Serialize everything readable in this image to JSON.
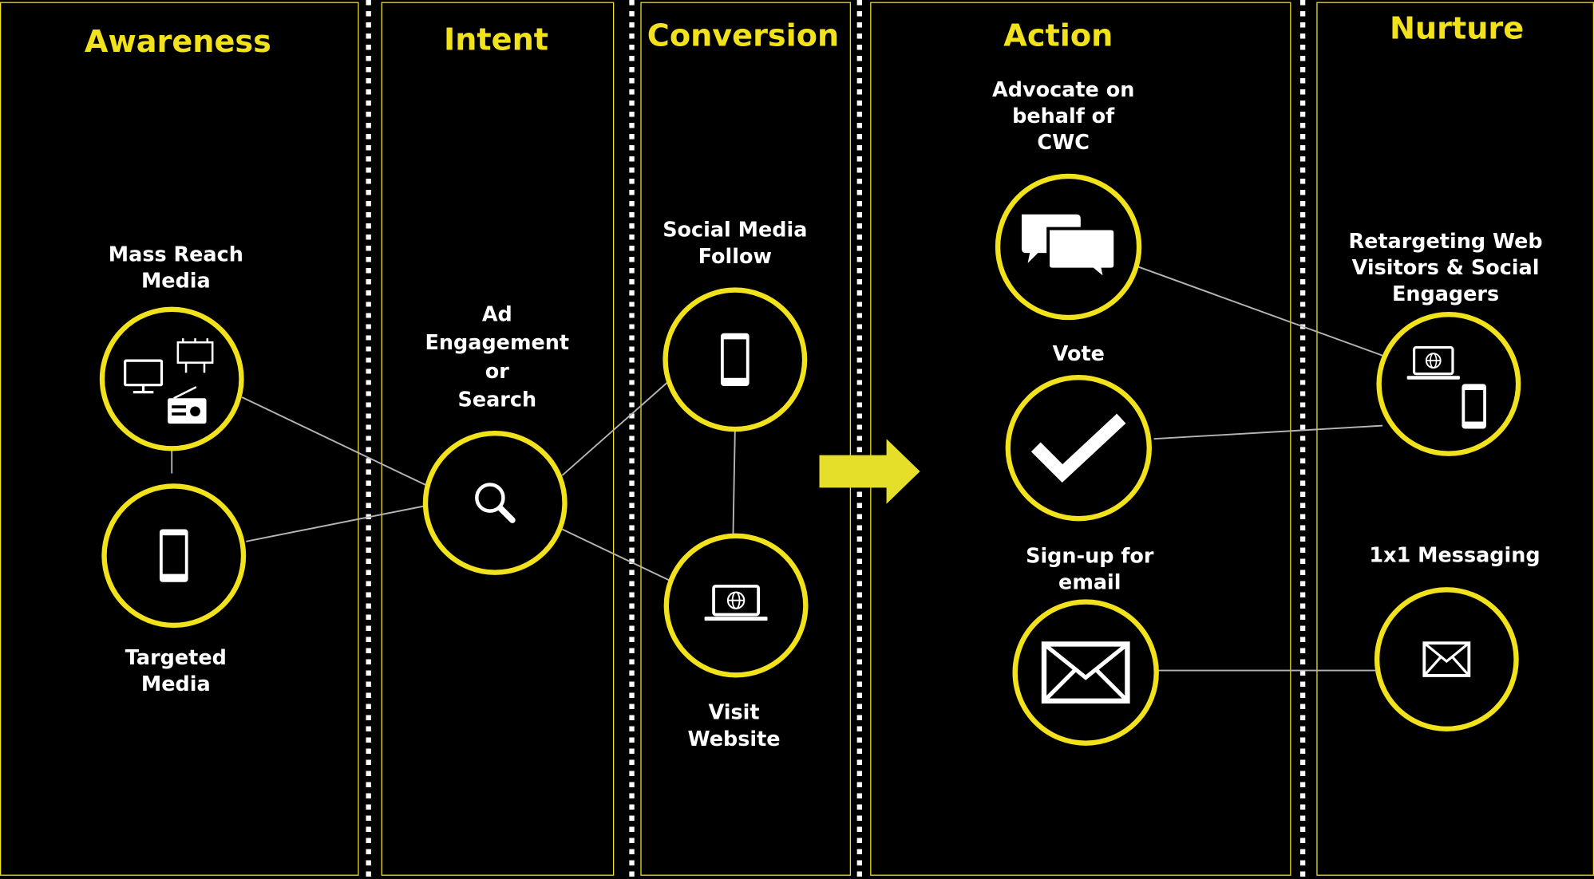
{
  "colors": {
    "accent": "#f2e21b",
    "background": "#000000",
    "text": "#ffffff",
    "connector": "#b5b5b5"
  },
  "stages": {
    "awareness": "Awareness",
    "intent": "Intent",
    "conversion": "Conversion",
    "action": "Action",
    "nurture": "Nurture"
  },
  "nodes": {
    "mass_reach": {
      "label_1": "Mass Reach",
      "label_2": "Media",
      "icons": [
        "monitor-icon",
        "billboard-icon",
        "radio-icon"
      ]
    },
    "targeted": {
      "label_1": "Targeted",
      "label_2": "Media",
      "icons": [
        "mobile-phone-icon"
      ]
    },
    "ad_engagement": {
      "label_1": "Ad",
      "label_2": "Engagement",
      "label_3": "or",
      "label_4": "Search",
      "icons": [
        "search-icon"
      ]
    },
    "social_follow": {
      "label_1": "Social Media",
      "label_2": "Follow",
      "icons": [
        "mobile-phone-icon"
      ]
    },
    "visit_website": {
      "label_1": "Visit",
      "label_2": "Website",
      "icons": [
        "laptop-globe-icon"
      ]
    },
    "advocate": {
      "label_1": "Advocate on",
      "label_2": "behalf of",
      "label_3": "CWC",
      "icons": [
        "speech-bubbles-icon"
      ]
    },
    "vote": {
      "label_1": "Vote",
      "icons": [
        "checkmark-icon"
      ]
    },
    "signup_email": {
      "label_1": "Sign-up for",
      "label_2": "email",
      "icons": [
        "envelope-icon"
      ]
    },
    "retargeting": {
      "label_1": "Retargeting Web",
      "label_2": "Visitors & Social",
      "label_3": "Engagers",
      "icons": [
        "laptop-globe-icon",
        "mobile-phone-icon"
      ]
    },
    "messaging": {
      "label_1": "1x1 Messaging",
      "icons": [
        "envelope-icon"
      ]
    }
  },
  "connections": [
    [
      "mass_reach",
      "ad_engagement"
    ],
    [
      "mass_reach",
      "targeted"
    ],
    [
      "targeted",
      "ad_engagement"
    ],
    [
      "ad_engagement",
      "social_follow"
    ],
    [
      "ad_engagement",
      "visit_website"
    ],
    [
      "social_follow",
      "visit_website"
    ],
    [
      "advocate",
      "retargeting"
    ],
    [
      "vote",
      "retargeting"
    ],
    [
      "signup_email",
      "messaging"
    ]
  ],
  "arrow_icon": "right-arrow-icon"
}
